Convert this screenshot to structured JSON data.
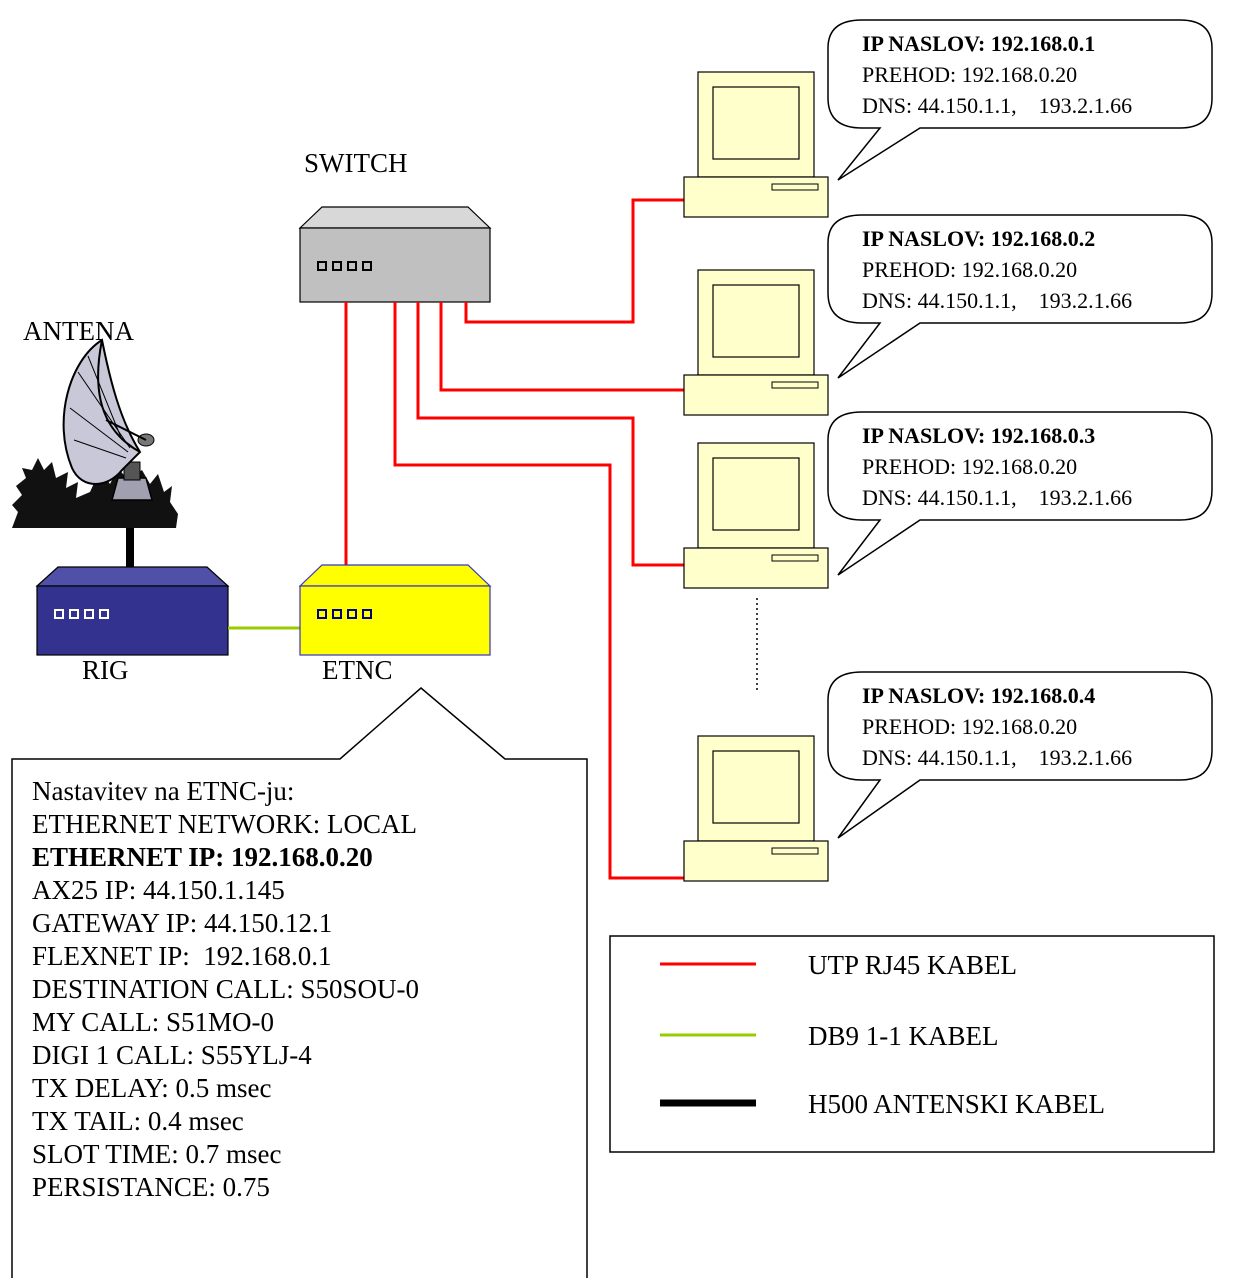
{
  "labels": {
    "switch": "SWITCH",
    "antenna": "ANTENA",
    "rig": "RIG",
    "etnc": "ETNC"
  },
  "computers": [
    {
      "ip": "IP NASLOV: 192.168.0.1",
      "gateway": "PREHOD: 192.168.0.20",
      "dns": "DNS: 44.150.1.1,    193.2.1.66"
    },
    {
      "ip": "IP NASLOV: 192.168.0.2",
      "gateway": "PREHOD: 192.168.0.20",
      "dns": "DNS: 44.150.1.1,    193.2.1.66"
    },
    {
      "ip": "IP NASLOV: 192.168.0.3",
      "gateway": "PREHOD: 192.168.0.20",
      "dns": "DNS: 44.150.1.1,    193.2.1.66"
    },
    {
      "ip": "IP NASLOV: 192.168.0.4",
      "gateway": "PREHOD: 192.168.0.20",
      "dns": "DNS: 44.150.1.1,    193.2.1.66"
    }
  ],
  "etnc_settings": {
    "title": "Nastavitev na ETNC-ju:",
    "lines": [
      "ETHERNET NETWORK: LOCAL",
      "ETHERNET IP: 192.168.0.20",
      "AX25 IP: 44.150.1.145",
      "GATEWAY IP: 44.150.12.1",
      "FLEXNET IP:  192.168.0.1",
      "DESTINATION CALL: S50SOU-0",
      "MY CALL: S51MO-0",
      "DIGI 1 CALL: S55YLJ-4",
      "TX DELAY: 0.5 msec",
      "TX TAIL: 0.4 msec",
      "SLOT TIME: 0.7 msec",
      "PERSISTANCE: 0.75"
    ]
  },
  "legend": [
    {
      "label": "UTP RJ45 KABEL",
      "color": "#ff0000"
    },
    {
      "label": "DB9 1-1 KABEL",
      "color": "#99cc00"
    },
    {
      "label": "H500 ANTENSKI KABEL",
      "color": "#000000"
    }
  ],
  "colors": {
    "utp": "#ff0000",
    "db9": "#99cc00",
    "antenna_cable": "#000000",
    "rig_fill": "#33338f",
    "etnc_fill": "#ffff00",
    "switch_fill": "#c0c0c0",
    "computer_fill": "#ffffcc"
  }
}
